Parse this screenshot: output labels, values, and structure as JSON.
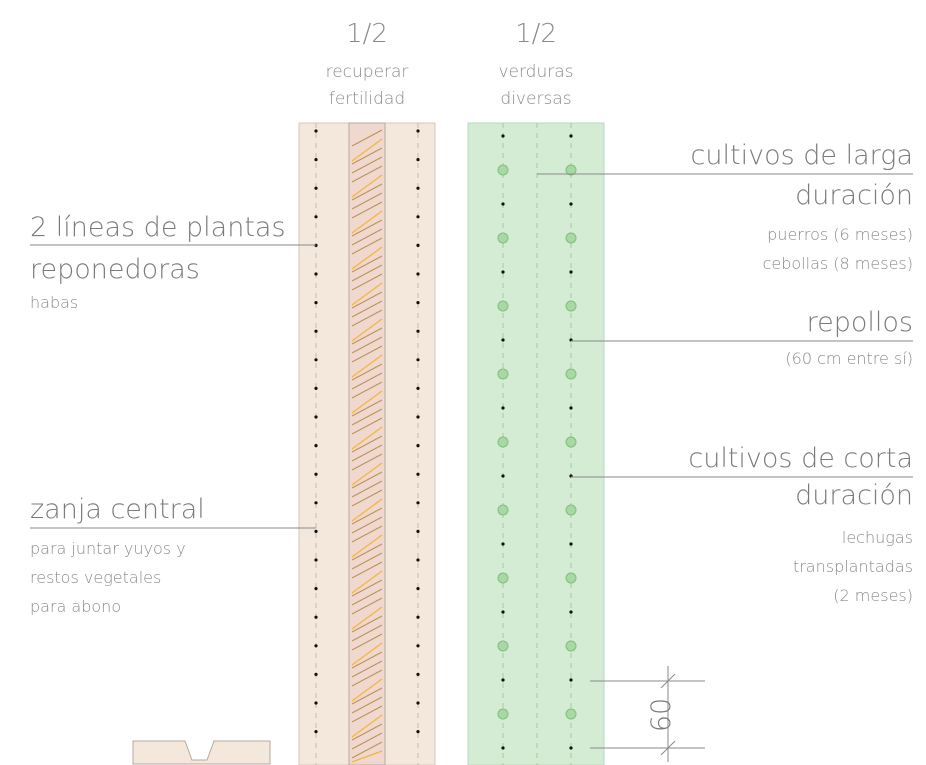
{
  "columns": [
    {
      "fraction": "1/2",
      "line1": "recuperar",
      "line2": "fertilidad"
    },
    {
      "fraction": "1/2",
      "line1": "verduras",
      "line2": "diversas"
    }
  ],
  "left_labels": {
    "plantas": {
      "title1": "2 líneas de plantas",
      "title2": "reponedoras",
      "sub1": "habas"
    },
    "zanja": {
      "title1": "zanja central",
      "sub1": "para juntar yuyos y",
      "sub2": "restos vegetales",
      "sub3": "para abono"
    }
  },
  "right_labels": {
    "larga": {
      "title1": "cultivos de larga",
      "title2": "duración",
      "sub1": "puerros (6 meses)",
      "sub2": "cebollas (8 meses)"
    },
    "repollos": {
      "title1": "repollos",
      "sub1": "(60 cm entre sí)"
    },
    "corta": {
      "title1": "cultivos de corta",
      "title2": "duración",
      "sub1": "lechugas",
      "sub2": "transplantadas",
      "sub3": "(2 meses)"
    }
  },
  "dimension": {
    "value": "60"
  },
  "colors": {
    "bed_left": "#f4e8dc",
    "bed_right": "#d5ecd4",
    "trench": "#f0d8cf",
    "straw_brown": "#b8935a",
    "straw_yellow": "#f2b63c",
    "plant_green": "#a9d8a6",
    "text": "#8a8a8a"
  }
}
